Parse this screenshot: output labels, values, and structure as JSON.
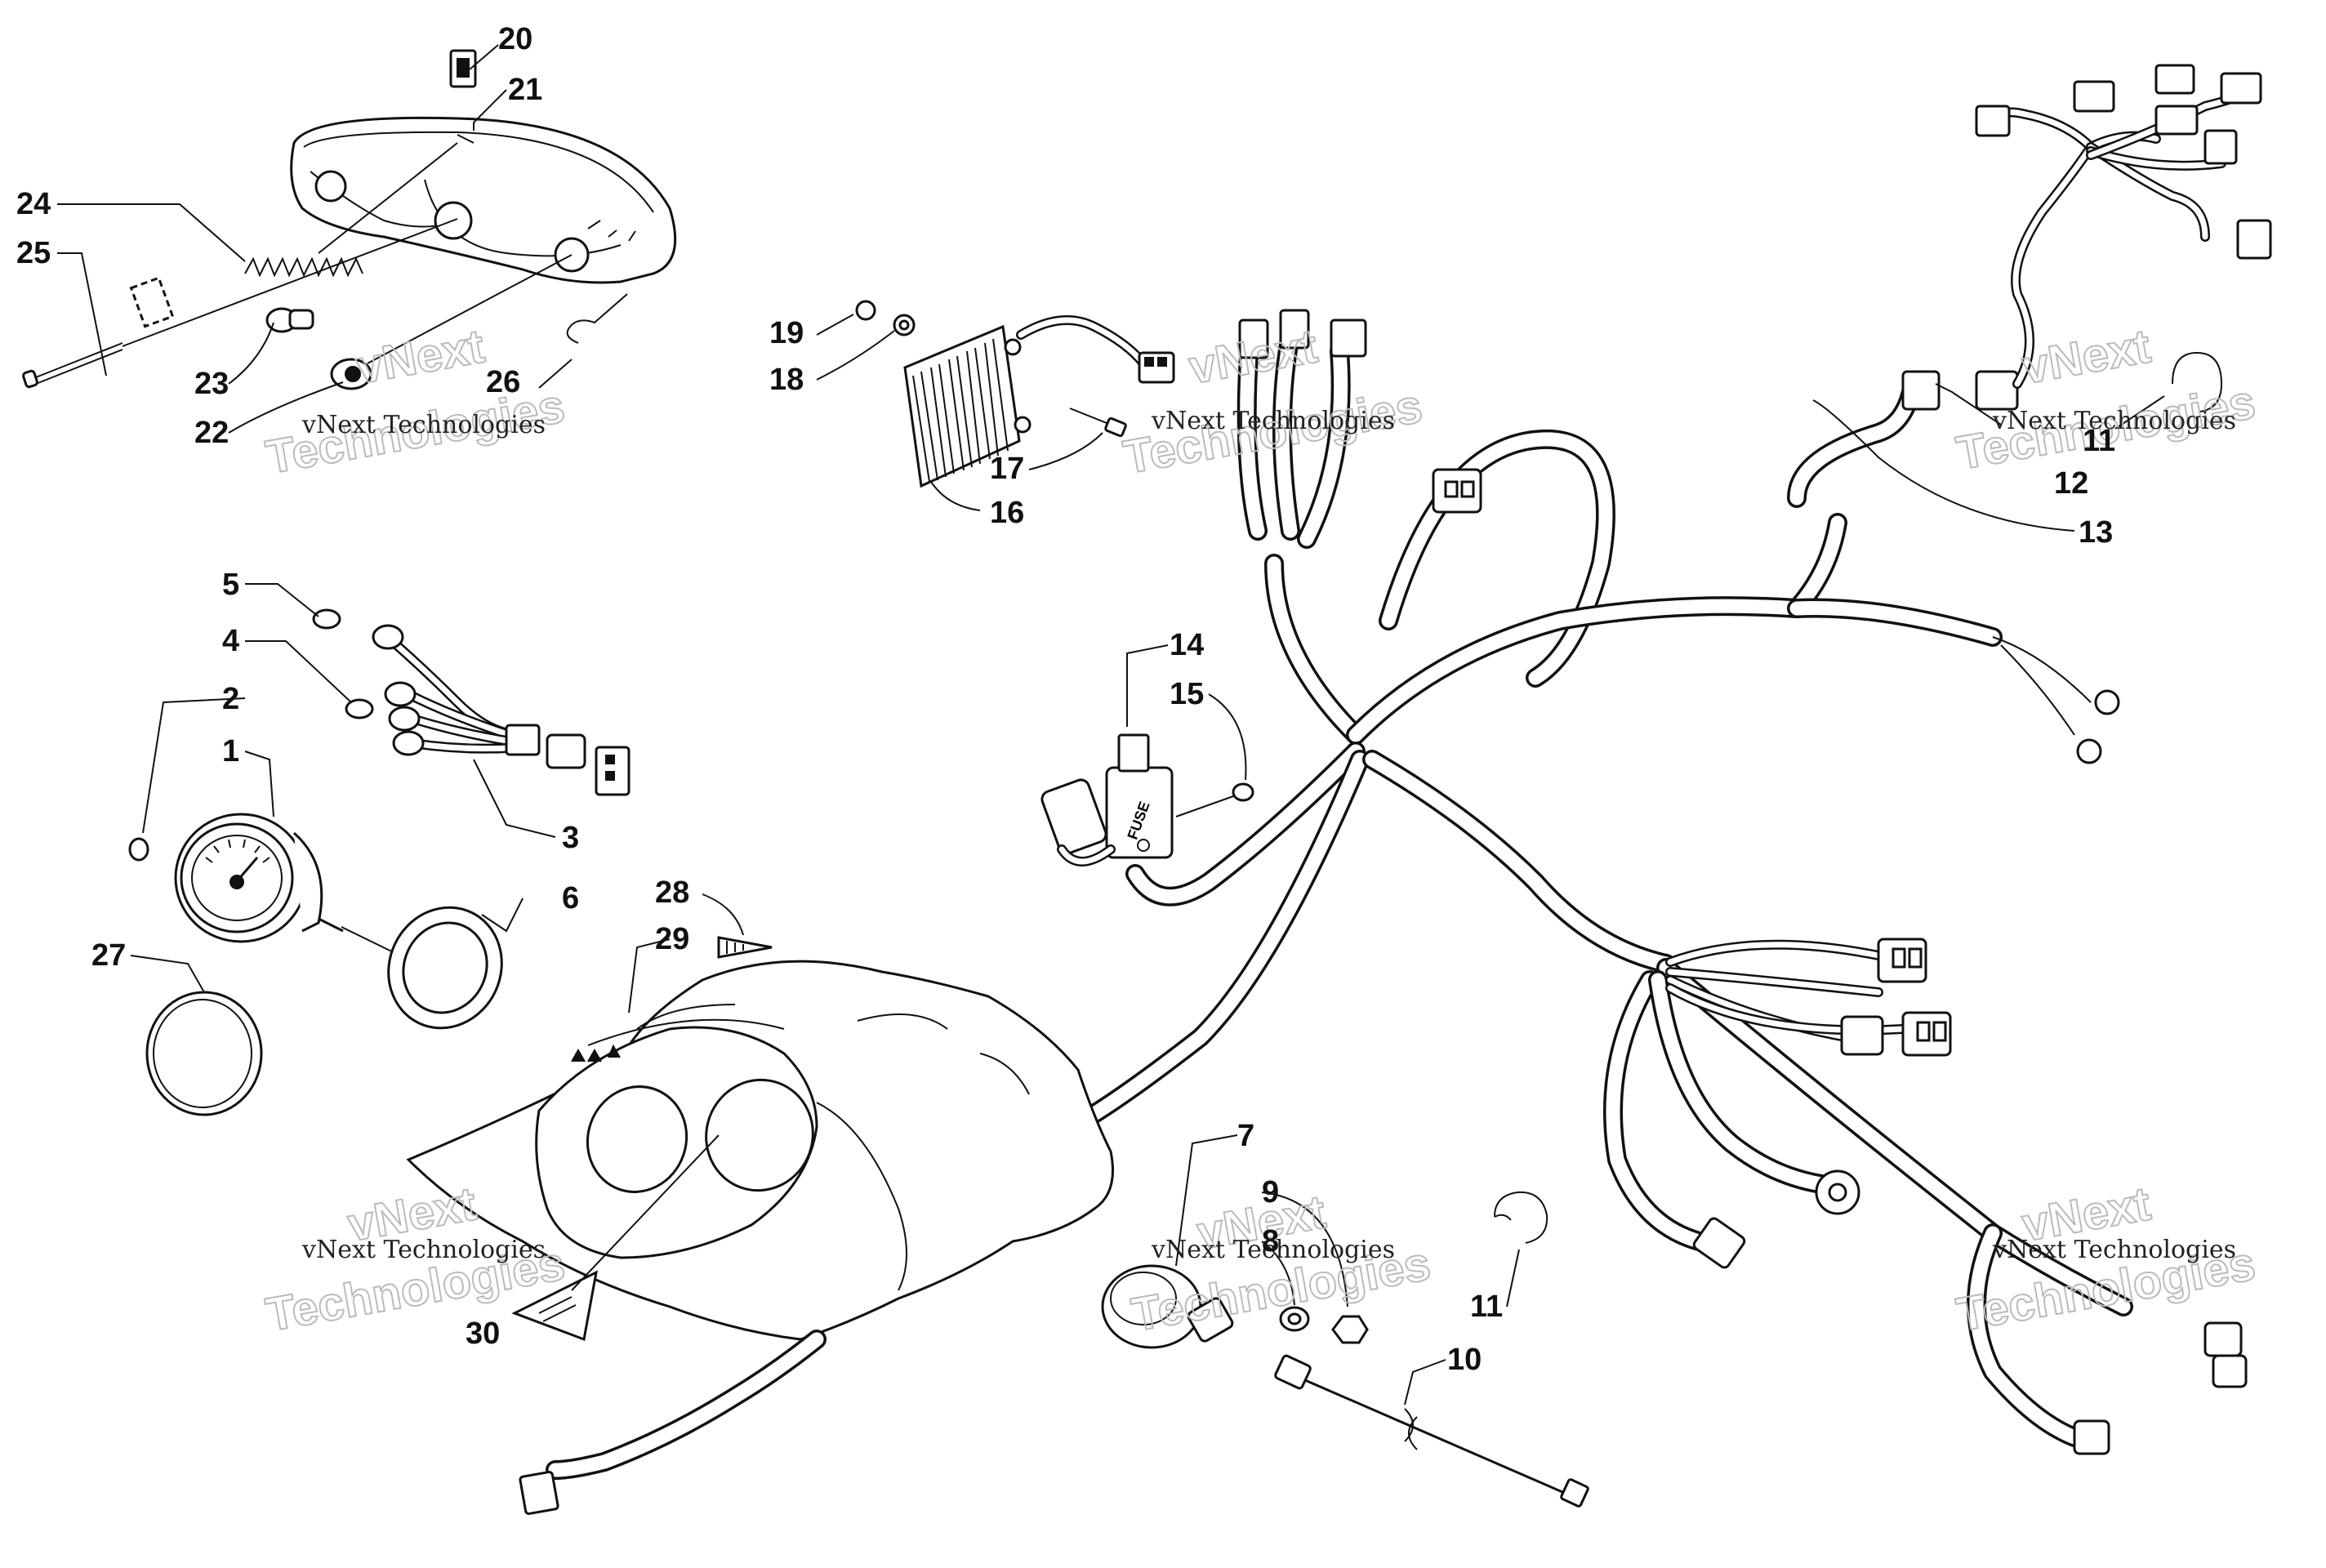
{
  "labels": [
    "20",
    "21",
    "24",
    "25",
    "23",
    "22",
    "26",
    "19",
    "18",
    "17",
    "16",
    "5",
    "4",
    "2",
    "1",
    "3",
    "6",
    "27",
    "28",
    "29",
    "30",
    "14",
    "15",
    "7",
    "9",
    "8",
    "11",
    "10",
    "11",
    "12",
    "13"
  ],
  "watermark": {
    "small": "vNext Technologies",
    "big_line1": "vNext",
    "big_line2": "Technologies"
  },
  "fuse_text": "FUSE"
}
